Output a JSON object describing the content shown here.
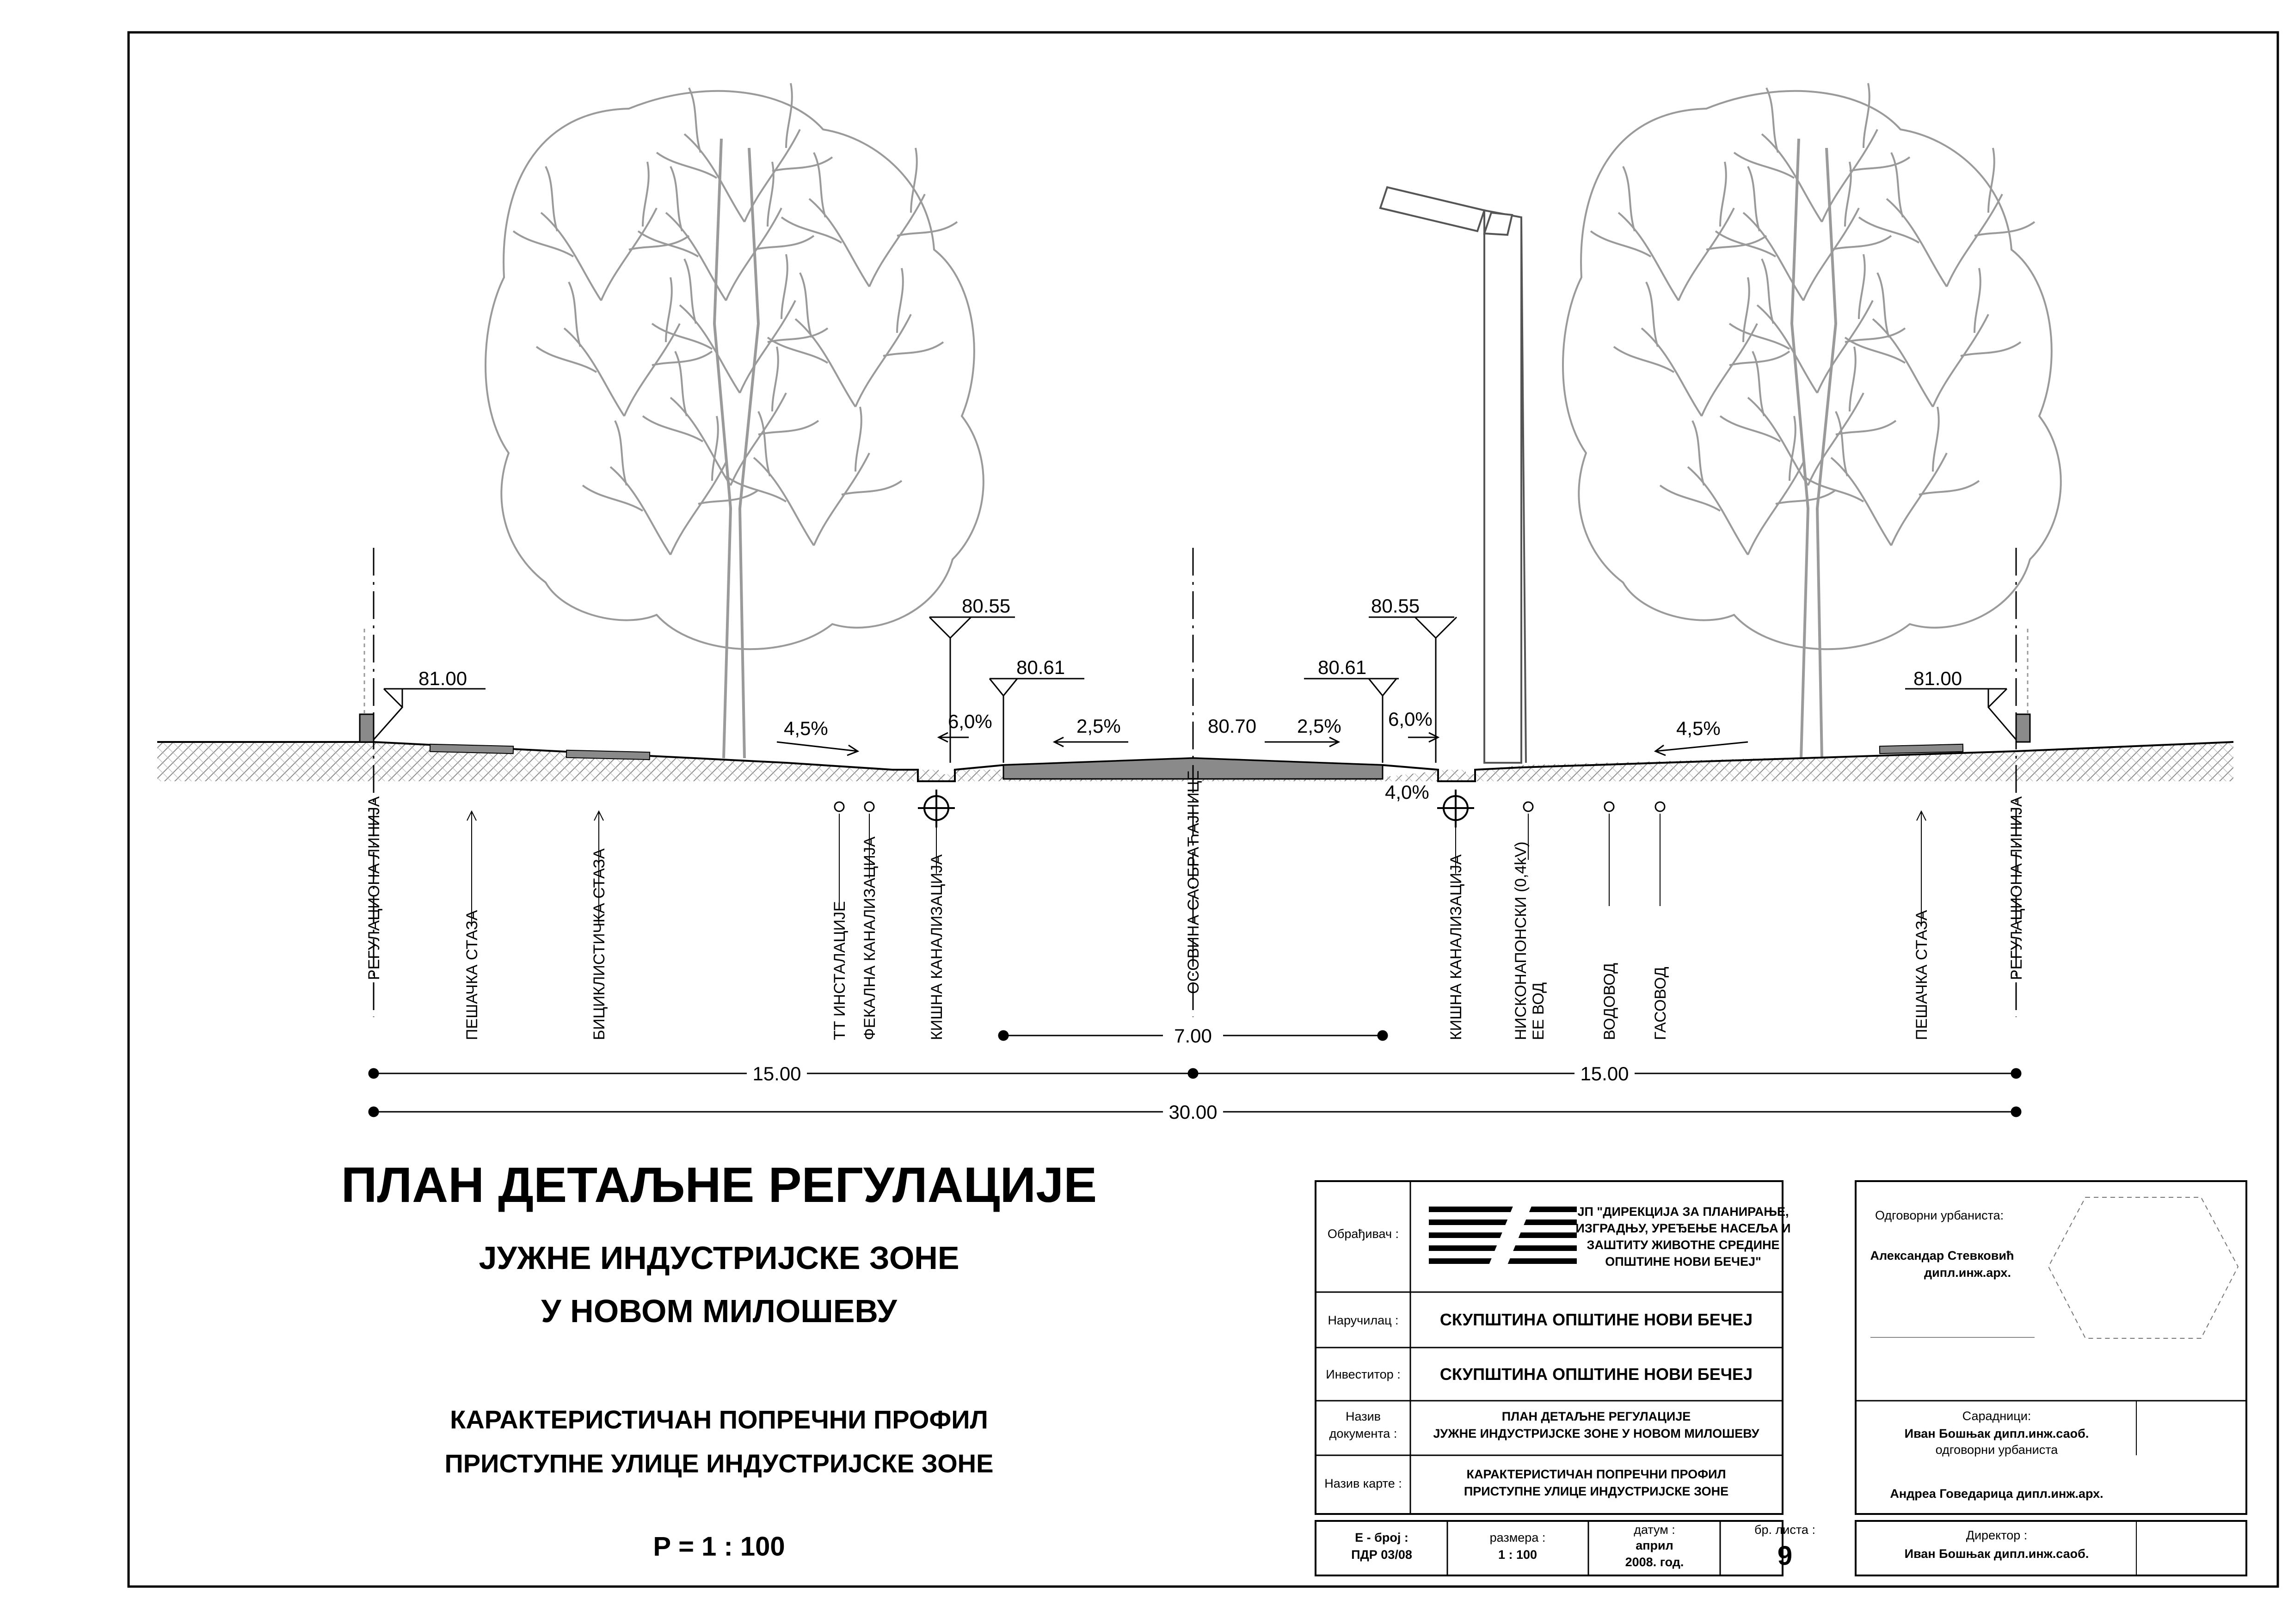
{
  "section": {
    "elevations": {
      "left_regulation": "81.00",
      "left_gutter": "80.55",
      "left_carriageway_edge": "80.61",
      "axis": "80.70",
      "right_carriageway_edge": "80.61",
      "right_gutter": "80.55",
      "right_regulation": "81.00"
    },
    "slopes": {
      "left_verge": "4,5%",
      "left_gutter": "6,0%",
      "left_carriageway": "2,5%",
      "right_carriageway": "2,5%",
      "right_gutter": "6,0%",
      "right_gutter_low": "4,0%",
      "right_verge": "4,5%"
    },
    "labels": {
      "regulation_line_left": "РЕГУЛАЦИОНА ЛИНИЈА",
      "footpath_left": "ПЕШАЧКА СТАЗА",
      "bike_path": "БИЦИКЛИСТИЧКА СТАЗА",
      "tt_installations": "ТТ ИНСТАЛАЦИЈЕ",
      "fecal_sewer": "ФЕКАЛНА КАНАЛИЗАЦИЈА",
      "storm_sewer_left": "КИШНА КАНАЛИЗАЦИЈА",
      "traffic_axis": "ОСОВИНА САОБРАЋАЈНИЦЕ",
      "storm_sewer_right": "КИШНА КАНАЛИЗАЦИЈА",
      "low_voltage_1": "НИСКОНАПОНСКИ (0,4kV)",
      "low_voltage_2": "ЕЕ ВОД",
      "water": "ВОДОВОД",
      "gas": "ГАСОВОД",
      "footpath_right": "ПЕШАЧКА СТАЗА",
      "regulation_line_right": "РЕГУЛАЦИОНА ЛИНИЈА"
    },
    "dimensions": {
      "carriageway": "7.00",
      "half_left": "15.00",
      "half_right": "15.00",
      "total": "30.00"
    }
  },
  "titles": {
    "main": "ПЛАН ДЕТАЉНЕ РЕГУЛАЦИЈЕ",
    "sub1": "ЈУЖНЕ ИНДУСТРИЈСКЕ ЗОНЕ",
    "sub2": "У НОВОМ МИЛОШЕВУ",
    "profile1": "КАРАКТЕРИСТИЧАН ПОПРЕЧНИ ПРОФИЛ",
    "profile2": "ПРИСТУПНЕ УЛИЦЕ  ИНДУСТРИЈСКЕ ЗОНЕ",
    "scale": "Р = 1 : 100"
  },
  "title_block": {
    "processed_by_label": "Обрађивач :",
    "org_line1": "ЈП \"ДИРЕКЦИЈА ЗА ПЛАНИРАЊЕ,",
    "org_line2": "ИЗГРАДЊУ, УРЕЂЕЊЕ НАСЕЉА И",
    "org_line3": "ЗАШТИТУ ЖИВОТНЕ СРЕДИНЕ",
    "org_line4": "ОПШТИНЕ НОВИ БЕЧЕЈ\"",
    "client_label": "Наручилац :",
    "client_value": "СКУПШТИНА ОПШТИНЕ НОВИ БЕЧЕЈ",
    "investor_label": "Инвеститор :",
    "investor_value": "СКУПШТИНА ОПШТИНЕ НОВИ БЕЧЕЈ",
    "doc_label1": "Назив",
    "doc_label2": "документа :",
    "doc_value1": "ПЛАН ДЕТАЉНЕ РЕГУЛАЦИЈЕ",
    "doc_value2": "ЈУЖНЕ ИНДУСТРИЈСКЕ ЗОНЕ У НОВОМ МИЛОШЕВУ",
    "map_label": "Назив карте :",
    "map_value1": "КАРАКТЕРИСТИЧАН ПОПРЕЧНИ ПРОФИЛ",
    "map_value2": "ПРИСТУПНЕ УЛИЦЕ ИНДУСТРИЈСКЕ ЗОНЕ",
    "urbanist_label": "Одговорни урбаниста:",
    "urbanist_name": "Александар Стевковић",
    "urbanist_title": "дипл.инж.арх.",
    "associates_label": "Сарадници:",
    "associate1": "Иван Бошњак  дипл.инж.саоб.",
    "associate1_role": "одговорни урбаниста",
    "associate2": "Андреа Говедарица дипл.инж.арх.",
    "e_label": "Е - број :",
    "e_value": "ПДР 03/08",
    "scale_label": "размера :",
    "scale_value": "1 : 100",
    "date_label": "датум :",
    "date_value1": "април",
    "date_value2": "2008. год.",
    "sheet_label": "бр. листа :",
    "sheet_value": "9",
    "director_label": "Директор :",
    "director_name": "Иван Бошњак  дипл.инж.саоб."
  }
}
